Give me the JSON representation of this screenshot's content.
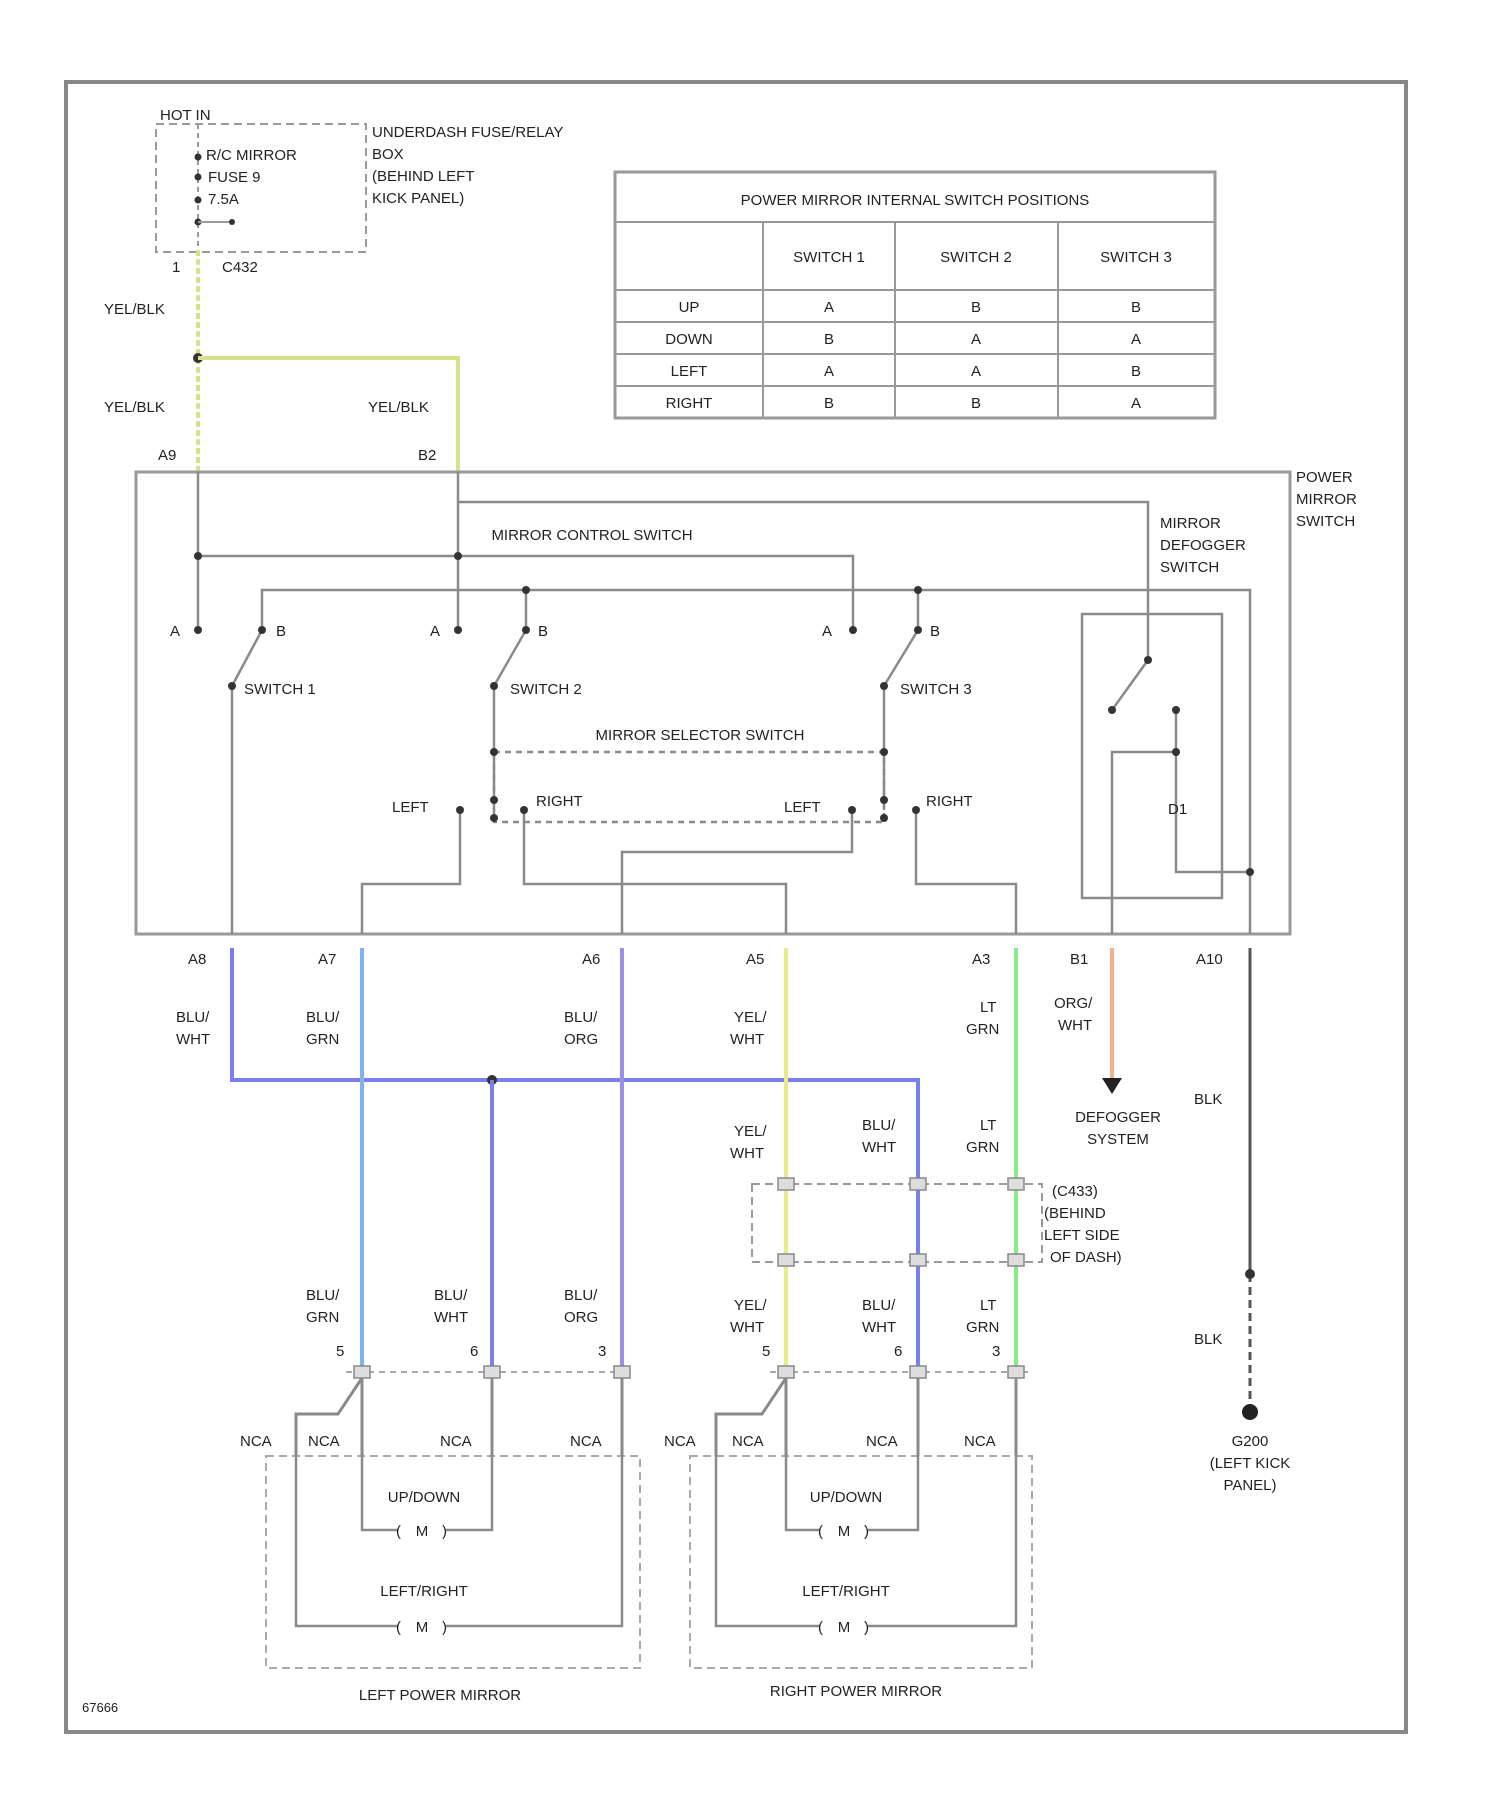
{
  "fuse_box": {
    "hot_in": "HOT IN",
    "box_label": [
      "UNDERDASH FUSE/RELAY",
      "BOX",
      "(BEHIND LEFT",
      "KICK PANEL)"
    ],
    "fuse_label": [
      "R/C MIRROR",
      "FUSE 9",
      "7.5A"
    ],
    "connector": "C432",
    "pin": "1"
  },
  "table": {
    "title": "POWER MIRROR INTERNAL SWITCH POSITIONS",
    "columns": [
      "",
      "SWITCH 1",
      "SWITCH 2",
      "SWITCH 3"
    ],
    "rows": [
      [
        "UP",
        "A",
        "B",
        "B"
      ],
      [
        "DOWN",
        "B",
        "A",
        "A"
      ],
      [
        "LEFT",
        "A",
        "A",
        "B"
      ],
      [
        "RIGHT",
        "B",
        "B",
        "A"
      ]
    ]
  },
  "switch": {
    "name": [
      "POWER",
      "MIRROR",
      "SWITCH"
    ],
    "mirror_control": "MIRROR CONTROL SWITCH",
    "mirror_selector": "MIRROR SELECTOR SWITCH",
    "defogger_switch": [
      "MIRROR",
      "DEFOGGER",
      "SWITCH"
    ],
    "switch1": "SWITCH 1",
    "switch2": "SWITCH 2",
    "switch3": "SWITCH 3",
    "pos_a": "A",
    "pos_b": "B",
    "left": "LEFT",
    "right": "RIGHT",
    "d1": "D1"
  },
  "top_wires": {
    "yel_blk": "YEL/BLK",
    "pin_a9": "A9",
    "pin_b2": "B2"
  },
  "bottom_pins": [
    "A8",
    "A7",
    "A6",
    "A5",
    "A3",
    "B1",
    "A10"
  ],
  "wire_labels": {
    "blu_wht": [
      "BLU/",
      "WHT"
    ],
    "blu_grn": [
      "BLU/",
      "GRN"
    ],
    "blu_org": [
      "BLU/",
      "ORG"
    ],
    "yel_wht": [
      "YEL/",
      "WHT"
    ],
    "lt_grn": [
      "LT",
      "GRN"
    ],
    "org_wht": [
      "ORG/",
      "WHT"
    ],
    "blk": "BLK"
  },
  "defogger_system": [
    "DEFOGGER",
    "SYSTEM"
  ],
  "connector_c433": [
    "(C433)",
    "(BEHIND",
    "LEFT SIDE",
    "OF DASH)"
  ],
  "ground": [
    "G200",
    "(LEFT KICK",
    "PANEL)"
  ],
  "mirror": {
    "nca": "NCA",
    "pin3": "3",
    "pin5": "5",
    "pin6": "6",
    "updown": "UP/DOWN",
    "leftright": "LEFT/RIGHT",
    "motor": "M",
    "left_mirror": "LEFT POWER MIRROR",
    "right_mirror": "RIGHT POWER MIRROR"
  },
  "figure_id": "67666",
  "colors": {
    "yel_blk": "#d9e08a",
    "blu_wht": "#7b7ef0",
    "blu_grn": "#7fb0f0",
    "blu_org": "#9a90e8",
    "yel_wht": "#e8ec88",
    "lt_grn": "#86ee86",
    "org_wht": "#f0b088",
    "blk": "#555555",
    "line": "#8a8a8a"
  }
}
